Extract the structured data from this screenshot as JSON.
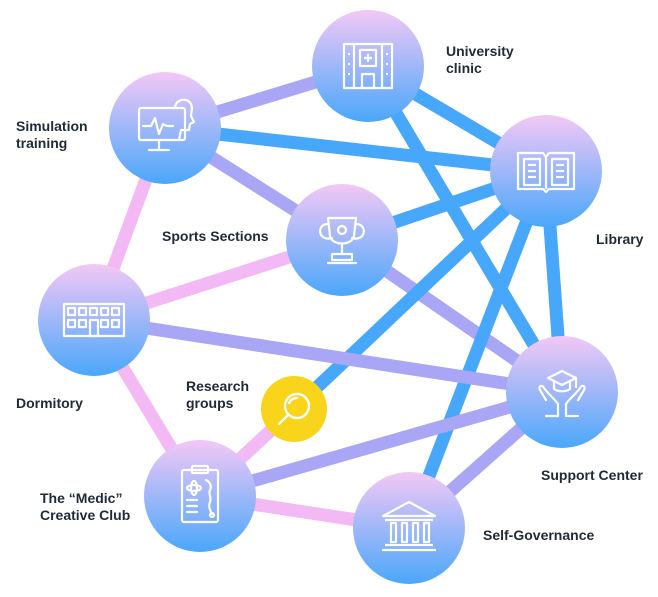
{
  "colors": {
    "node_top": "#f3c8f6",
    "node_bottom": "#4aa7fb",
    "edge_blue": "#46a7fb",
    "edge_purple": "#a9a6f6",
    "edge_pink": "#f2b9f4",
    "highlight": "#f8d41a",
    "icon_stroke": "#ffffff",
    "text": "#1f2a37"
  },
  "nodes": [
    {
      "id": "university-clinic",
      "label": "University\nclinic",
      "icon": "hospital-icon"
    },
    {
      "id": "simulation-training",
      "label": "Simulation\ntraining",
      "icon": "monitor-heartbeat-icon"
    },
    {
      "id": "library",
      "label": "Library",
      "icon": "open-book-icon"
    },
    {
      "id": "sports-sections",
      "label": "Sports Sections",
      "icon": "trophy-icon"
    },
    {
      "id": "dormitory",
      "label": "Dormitory",
      "icon": "building-icon"
    },
    {
      "id": "research-groups",
      "label": "Research\ngroups",
      "icon": "magnifier-icon"
    },
    {
      "id": "support-center",
      "label": "Support Center",
      "icon": "graduation-hands-icon"
    },
    {
      "id": "medic-creative-club",
      "label": "The “Medic”\nCreative Club",
      "icon": "clipboard-icon"
    },
    {
      "id": "self-governance",
      "label": "Self-Governance",
      "icon": "government-building-icon"
    }
  ],
  "edges": [
    {
      "from": "simulation-training",
      "to": "university-clinic",
      "tone": "purple"
    },
    {
      "from": "simulation-training",
      "to": "library",
      "tone": "blue"
    },
    {
      "from": "simulation-training",
      "to": "sports-sections",
      "tone": "purple"
    },
    {
      "from": "simulation-training",
      "to": "dormitory",
      "tone": "pink"
    },
    {
      "from": "university-clinic",
      "to": "library",
      "tone": "blue"
    },
    {
      "from": "university-clinic",
      "to": "support-center",
      "tone": "blue"
    },
    {
      "from": "sports-sections",
      "to": "library",
      "tone": "blue"
    },
    {
      "from": "sports-sections",
      "to": "dormitory",
      "tone": "pink"
    },
    {
      "from": "sports-sections",
      "to": "support-center",
      "tone": "purple"
    },
    {
      "from": "library",
      "to": "support-center",
      "tone": "blue"
    },
    {
      "from": "library",
      "to": "research-groups",
      "tone": "blue"
    },
    {
      "from": "library",
      "to": "self-governance",
      "tone": "blue"
    },
    {
      "from": "dormitory",
      "to": "support-center",
      "tone": "purple"
    },
    {
      "from": "dormitory",
      "to": "medic-creative-club",
      "tone": "pink"
    },
    {
      "from": "research-groups",
      "to": "medic-creative-club",
      "tone": "pink"
    },
    {
      "from": "medic-creative-club",
      "to": "support-center",
      "tone": "purple"
    },
    {
      "from": "medic-creative-club",
      "to": "self-governance",
      "tone": "pink"
    },
    {
      "from": "self-governance",
      "to": "support-center",
      "tone": "purple"
    }
  ]
}
